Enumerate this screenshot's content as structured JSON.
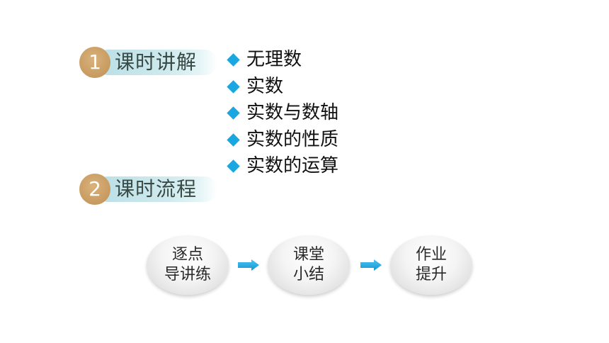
{
  "sections": [
    {
      "number": "1",
      "title": "课时讲解"
    },
    {
      "number": "2",
      "title": "课时流程"
    }
  ],
  "topics": [
    "无理数",
    "实数",
    "实数与数轴",
    "实数的性质",
    "实数的运算"
  ],
  "flow": [
    {
      "line1": "逐点",
      "line2": "导讲练"
    },
    {
      "line1": "课堂",
      "line2": "小结"
    },
    {
      "line1": "作业",
      "line2": "提升"
    }
  ],
  "colors": {
    "accent_blue": "#1aa6e0",
    "badge_gold": "#c79a5f",
    "pill_teal": "#b9dfe6"
  },
  "icons": {
    "bullet": "diamond-bullet-icon",
    "flow_arrow": "arrow-right-icon"
  }
}
